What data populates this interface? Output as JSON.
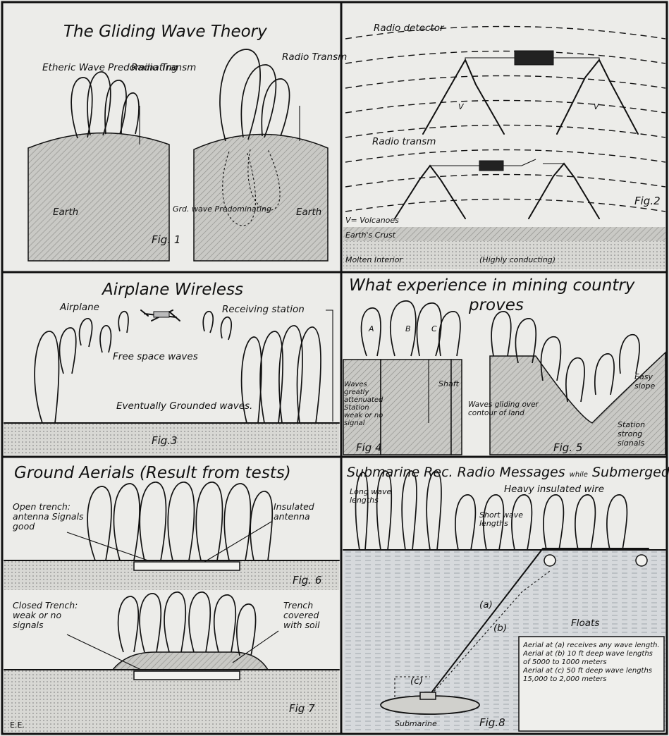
{
  "panels": {
    "p1": {
      "title": "The Gliding Wave Theory",
      "fig": "Fig. 1",
      "labels": {
        "etheric": "Etheric Wave Predominating",
        "transm_a": "Radio Transm",
        "transm_b": "Radio Transm",
        "earth_a": "Earth",
        "earth_b": "Earth",
        "grd_wave": "Grd. wave Predominating"
      }
    },
    "p2": {
      "fig": "Fig.2",
      "labels": {
        "detector": "Radio detector",
        "transm": "Radio transm",
        "volcanoes": "V= Volcanoes",
        "crust": "Earth's Crust",
        "molten": "Molten Interior",
        "conducting": "(Highly conducting)",
        "v": "V"
      }
    },
    "p3": {
      "title": "Airplane Wireless",
      "fig": "Fig.3",
      "labels": {
        "airplane": "Airplane",
        "receiving": "Receiving station",
        "free_space": "Free space waves",
        "grounded": "Eventually Grounded waves."
      }
    },
    "p4": {
      "title_line1": "What experience in mining country",
      "title_line2": "proves",
      "fig4": "Fig 4",
      "fig5": "Fig. 5",
      "labels": {
        "a": "A",
        "b": "B",
        "c": "C",
        "attenuated": "Waves greatly attenuated Station weak or no signal",
        "shaft": "Shaft",
        "gliding": "Waves gliding over contour of land",
        "easy": "Easy slope",
        "strong": "Station strong signals"
      }
    },
    "p6": {
      "title": "Ground Aerials (Result from tests)",
      "fig6": "Fig. 6",
      "fig7": "Fig 7",
      "corner": "E.E.",
      "labels": {
        "open": "Open trench: antenna Signals good",
        "insulated": "Insulated antenna",
        "closed": "Closed Trench: weak or no signals",
        "covered": "Trench covered with soil"
      }
    },
    "p8": {
      "title_main": "Submarine Rec. Radio Messages",
      "title_small": "while",
      "title_end": "Submerged",
      "fig": "Fig.8",
      "labels": {
        "heavy": "Heavy insulated wire",
        "long": "Long wave lengths",
        "short": "Short wave lengths",
        "a": "(a)",
        "b": "(b)",
        "c": "(c)",
        "floats": "Floats",
        "submarine": "Submarine",
        "legend_1": "Aerial at (a) receives any wave length.",
        "legend_2": "Aerial at (b) 10 ft deep wave lengths of 5000 to 1000 meters",
        "legend_3": "Aerial at (c) 50 ft deep wave lengths 15,000 to 2,000 meters"
      }
    }
  }
}
